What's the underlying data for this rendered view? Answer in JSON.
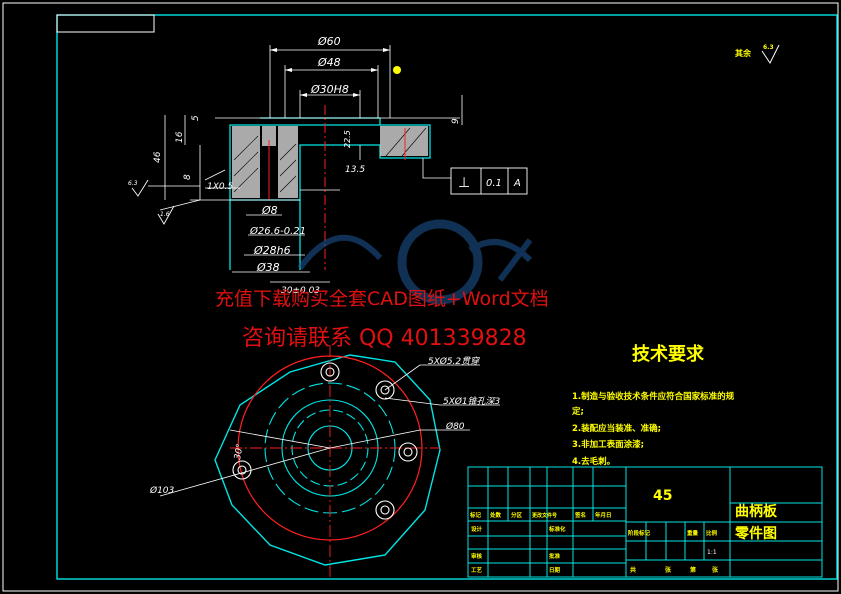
{
  "dimensions": {
    "d60": "Ø60",
    "d48": "Ø48",
    "d30h8": "Ø30H8",
    "d8": "Ø8",
    "d26": "Ø26.6-0.21",
    "d28h6": "Ø28h6",
    "d38": "Ø38",
    "len30": "30±0.03",
    "v5": "5",
    "v16": "16",
    "v46": "46",
    "v8": "8",
    "v9": "9",
    "v22": "22.5",
    "v13": "13.5",
    "chamfer": "1X0.5",
    "rough1": "6.3",
    "rough2": "1.6",
    "holes5": "5XØ5.2贯穿",
    "holes1": "5XØ1锥孔深3",
    "d80": "Ø80",
    "d103": "Ø103",
    "ang30": "30°",
    "datum": "A"
  },
  "tolerance": {
    "symbol": "⊥",
    "value": "0.1",
    "datum": "A"
  },
  "surface_note": {
    "label": "其余",
    "value": "6.3"
  },
  "watermark": {
    "line1": "充值下载购买全套CAD图纸+Word文档",
    "line2": "咨询请联系 QQ 401339828"
  },
  "requirements": {
    "title": "技术要求",
    "items": [
      "1.制造与验收技术条件应符合国家标准的规",
      "定;",
      "2.装配应当装准、准确;",
      "3.非加工表面涂漆;",
      "4.去毛刺。"
    ]
  },
  "title_block": {
    "material": "45",
    "part_name_1": "曲柄板",
    "part_name_2": "零件图",
    "scale": "1:1",
    "headers": [
      "标记",
      "处数",
      "分区",
      "更改文件号",
      "签名",
      "年月日"
    ],
    "roles": [
      "设计",
      "审核",
      "工艺"
    ],
    "std": [
      "标准化",
      "批准",
      "日期"
    ],
    "stage_headers": [
      "阶段标记",
      "重量",
      "比例"
    ],
    "sheet": [
      "共",
      "张",
      "第",
      "张"
    ]
  }
}
